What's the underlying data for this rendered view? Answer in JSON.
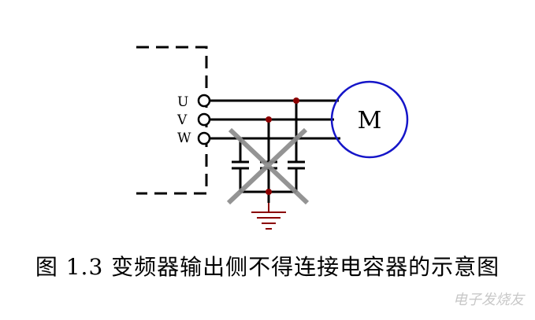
{
  "diagram": {
    "terminal_labels": [
      "U",
      "V",
      "W"
    ],
    "motor_label": "M",
    "wire_color": "#000000",
    "motor_color": "#1515c8",
    "node_color": "#8b0000",
    "cross_color": "#8c8c8c",
    "ground_color": "#8b0000"
  },
  "caption": "图 1.3  变频器输出侧不得连接电容器的示意图",
  "watermark": "电子发烧友"
}
